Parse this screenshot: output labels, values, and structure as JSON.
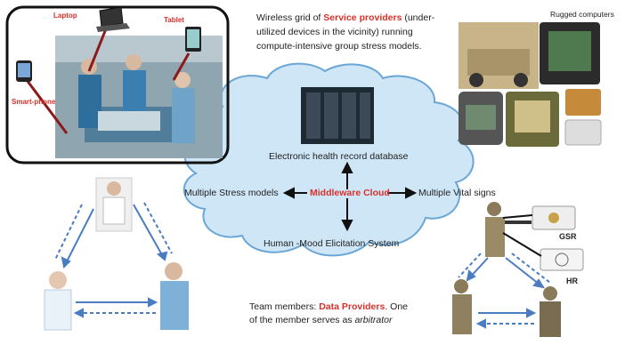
{
  "top_text": {
    "prefix": "Wireless grid of ",
    "highlight": "Service providers",
    "suffix_line1": " (under-",
    "line2": "utilized devices in the vicinity) running",
    "line3": "compute-intensive group stress models."
  },
  "surgery_labels": {
    "laptop": "Laptop",
    "tablet": "Tablet",
    "smartphone": "Smart-phone"
  },
  "rugged_title": "Rugged computers",
  "cloud": {
    "ehr": "Electronic  health record database",
    "center": "Middleware Cloud",
    "left": "Multiple Stress models",
    "right": "Multiple Vital signs",
    "bottom": "Human -Mood  Elicitation System"
  },
  "sensor_labels": {
    "gsr": "GSR",
    "hr": "HR"
  },
  "bottom_text": {
    "line1_prefix": "Team members: ",
    "line1_highlight": "Data Providers",
    "line1_suffix": ". One",
    "line2_prefix": "of the member serves as ",
    "line2_italic": "arbitrator"
  },
  "colors": {
    "accent_red": "#d9312a",
    "cloud_fill": "#cfe6f7",
    "cloud_stroke": "#6aa6d6",
    "arrow_blue": "#4a7cc2",
    "connector_maroon": "#8b1a1a"
  }
}
